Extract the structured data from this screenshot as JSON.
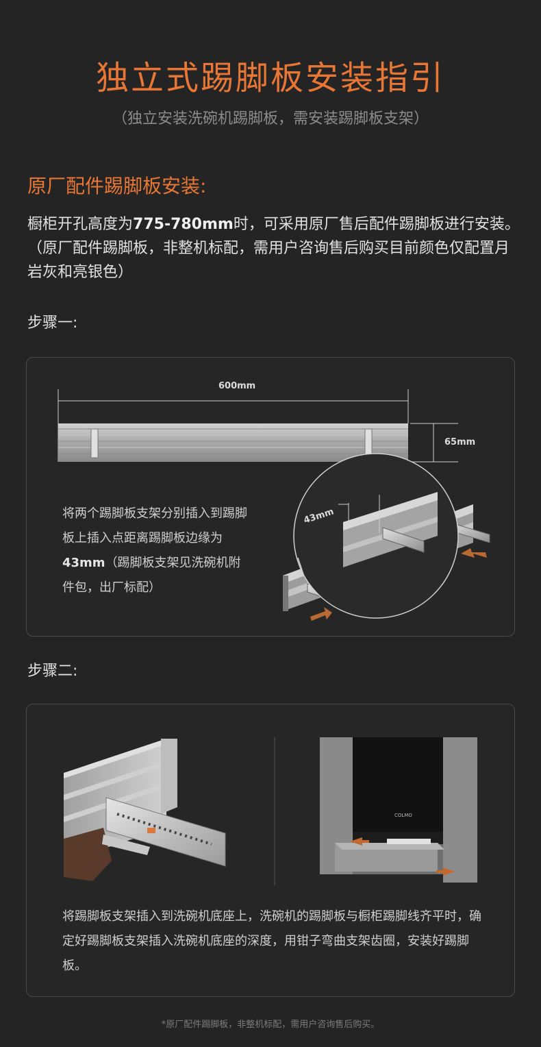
{
  "page": {
    "title": "独立式踢脚板安装指引",
    "subtitle": "（独立安装洗碗机踢脚板，需安装踢脚板支架）"
  },
  "section": {
    "heading": "原厂配件踢脚板安装:",
    "intro": {
      "part1": "橱柜开孔高度为",
      "highlight": "775-780mm",
      "part2": "时，可采用原厂售后配件踢脚板进行安装。（原厂配件踢脚板，非整机标配，需用户咨询售后购买目前颜色仅配置月岩灰和亮银色）"
    }
  },
  "step1": {
    "label": "步骤一:",
    "width_label": "600mm",
    "height_label": "65mm",
    "inset_label": "43mm",
    "text_part1": "将两个踢脚板支架分别插入到踢脚板上插入点距离踢脚板边缘为",
    "text_highlight": "43mm",
    "text_part2": "（踢脚板支架见洗碗机附件包，出厂标配）"
  },
  "step2": {
    "label": "步骤二:",
    "appliance_logo": "COLMO",
    "text": "将踢脚板支架插入到洗碗机底座上，洗碗机的踢脚板与橱柜踢脚线齐平时，确定好踢脚板支架插入洗碗机底座的深度，用钳子弯曲支架齿圈，安装好踢脚板。"
  },
  "footnote": "*原厂配件踢脚板，非整机标配，需用户咨询售后购买。",
  "colors": {
    "accent": "#e87736",
    "background": "#242424",
    "panel_border": "#4a4a4a",
    "metal": "#b8b8b8",
    "appliance": "#121212"
  }
}
